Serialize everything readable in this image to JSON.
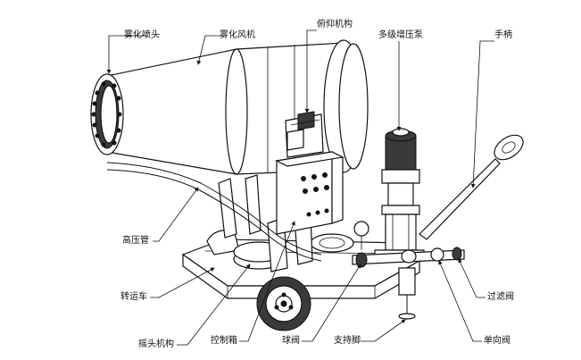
{
  "labels": {
    "mist_nozzle": "雾化喷头",
    "mist_fan": "雾化风机",
    "pitch_mechanism": "俯仰机构",
    "booster_pump": "多级增压泵",
    "handle": "手柄",
    "high_pressure_pipe": "高压管",
    "transport_cart": "转运车",
    "swing_mechanism": "摇头机构",
    "control_box": "控制箱",
    "ball_valve": "球阀",
    "support_foot": "支持脚",
    "check_valve": "单向阀",
    "filter_valve": "过滤阀"
  }
}
